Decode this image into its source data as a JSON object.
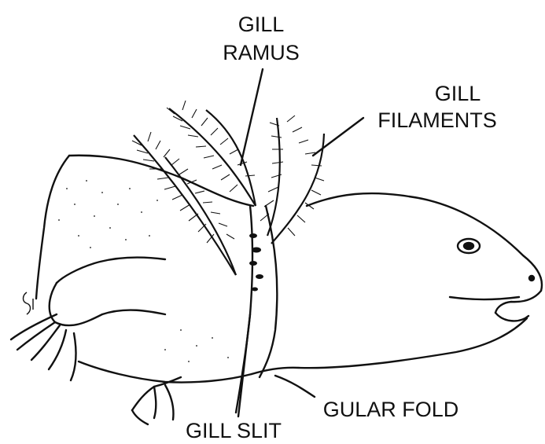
{
  "labels": {
    "gill_ramus_line1": "GILL",
    "gill_ramus_line2": "RAMUS",
    "gill_filaments_line1": "GILL",
    "gill_filaments_line2": "FILAMENTS",
    "gular_fold": "GULAR FOLD",
    "gill_slit": "GILL SLIT"
  },
  "colors": {
    "ink": "#111111",
    "paper": "#ffffff"
  }
}
